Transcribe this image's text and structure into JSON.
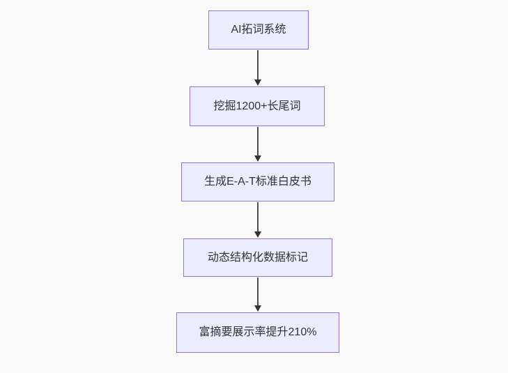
{
  "diagram": {
    "type": "flowchart",
    "direction": "top-down",
    "nodes": [
      {
        "id": "n1",
        "label": "AI拓词系统"
      },
      {
        "id": "n2",
        "label": "挖掘1200+长尾词"
      },
      {
        "id": "n3",
        "label": "生成E-A-T标准白皮书"
      },
      {
        "id": "n4",
        "label": "动态结构化数据标记"
      },
      {
        "id": "n5",
        "label": "富摘要展示率提升210%"
      }
    ],
    "edges": [
      {
        "from": "n1",
        "to": "n2"
      },
      {
        "from": "n2",
        "to": "n3"
      },
      {
        "from": "n3",
        "to": "n4"
      },
      {
        "from": "n4",
        "to": "n5"
      }
    ],
    "colors": {
      "background": "#fafafa",
      "node_fill": "#ececff",
      "node_border": "#9370db",
      "node_text": "#333333",
      "arrow": "#333333"
    }
  }
}
